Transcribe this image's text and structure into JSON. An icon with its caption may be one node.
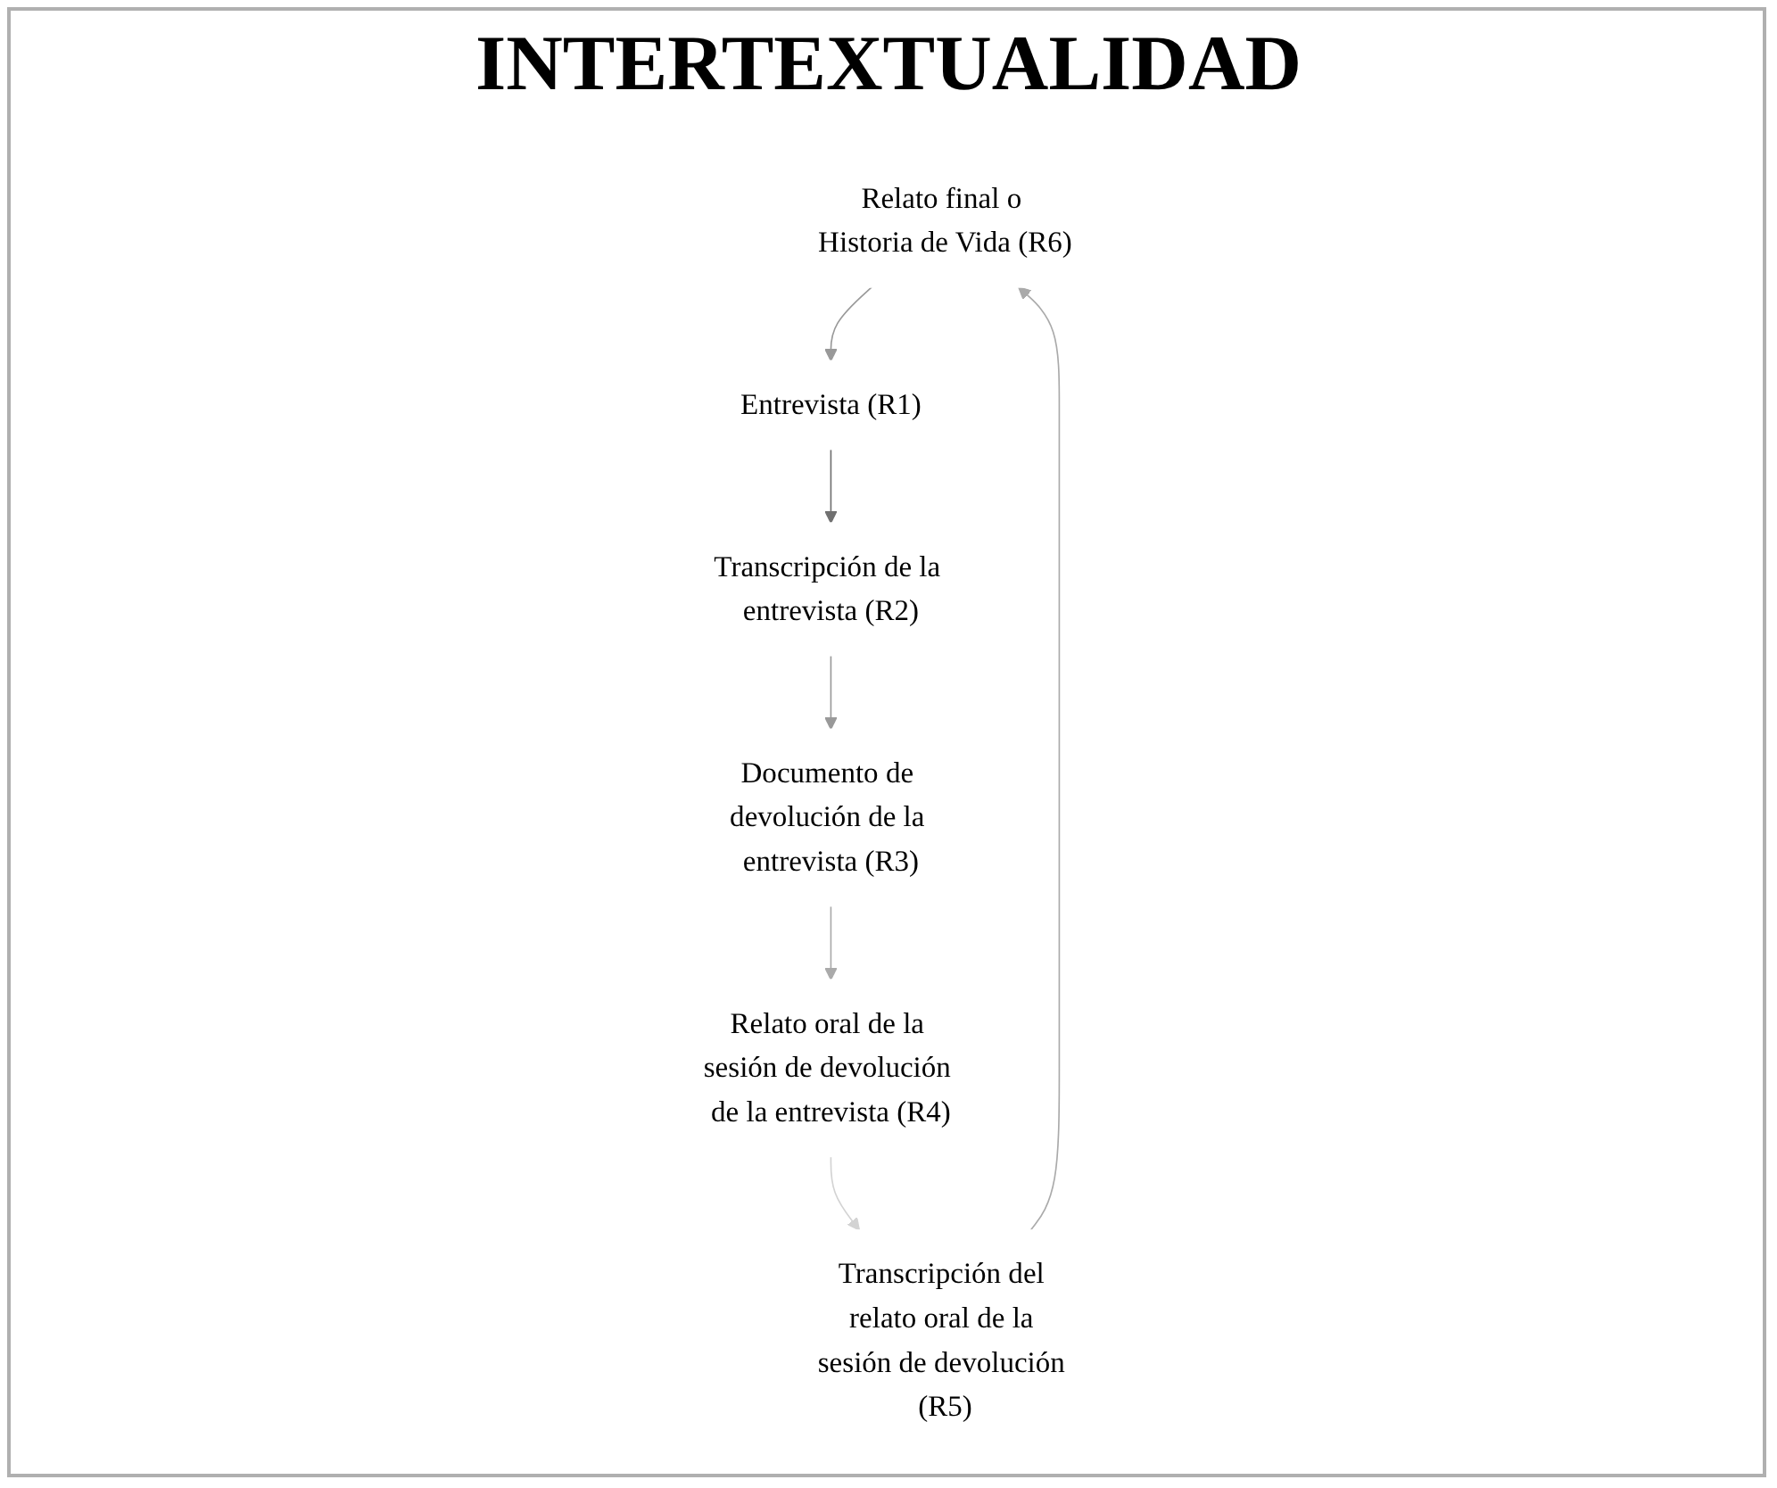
{
  "diagram": {
    "title": "INTERTEXTUALIDAD",
    "nodes": [
      {
        "text": [
          "Relato final o Historia de Vida (R6)"
        ]
      },
      {
        "text": [
          "Entrevista (R1)"
        ]
      },
      {
        "text": [
          "Transcripción de la entrevista (R2)"
        ]
      },
      {
        "text": [
          "Documento de devolución de la entrevista (R3)"
        ]
      },
      {
        "text": [
          "Relato oral de la sesión de devolución de la entrevista (R4)"
        ]
      },
      {
        "text": [
          "Transcripción del relato oral de la sesión de devolución (R5)"
        ]
      }
    ],
    "edges": [
      {
        "from": 0,
        "to": 1,
        "arrow": "to",
        "color": "#999999"
      },
      {
        "from": 1,
        "to": 2,
        "arrow": "to",
        "color": "#707070"
      },
      {
        "from": 2,
        "to": 3,
        "arrow": "to",
        "color": "#999999"
      },
      {
        "from": 3,
        "to": 4,
        "arrow": "to",
        "color": "#aaaaaa"
      },
      {
        "from": 4,
        "to": 5,
        "arrow": "to",
        "color": "#d3d3d3"
      },
      {
        "from": 5,
        "to": 0,
        "arrow": "to",
        "color": "#aaaaaa"
      }
    ]
  }
}
